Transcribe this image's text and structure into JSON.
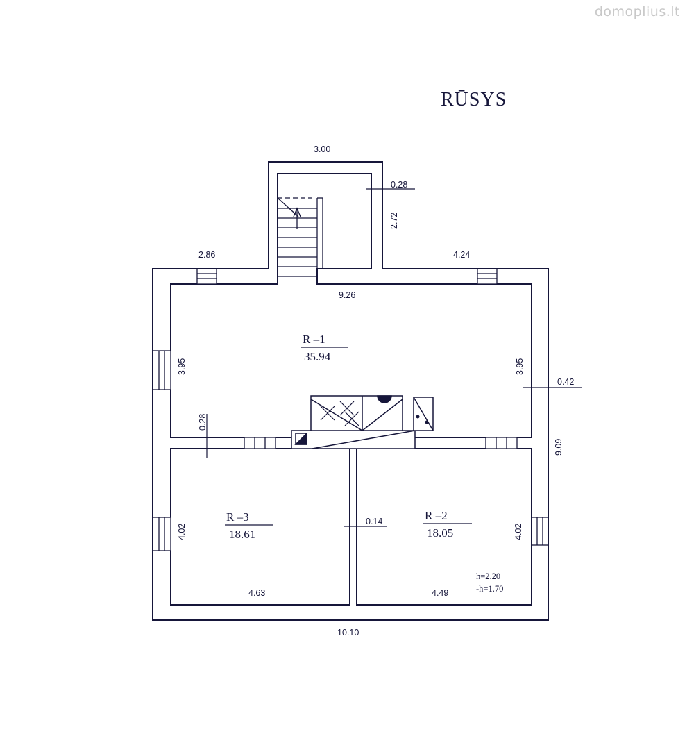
{
  "watermark": "domoplius.lt",
  "plan_title": "RŪSYS",
  "rooms": {
    "r1": {
      "name": "R –1",
      "area": "35.94"
    },
    "r2": {
      "name": "R –2",
      "area": "18.05"
    },
    "r3": {
      "name": "R –3",
      "area": "18.61"
    }
  },
  "dimensions": {
    "stair_width": "3.00",
    "stair_wall": "0.28",
    "stair_depth": "2.72",
    "top_left": "2.86",
    "top_right": "4.24",
    "inner_width": "9.26",
    "left_height": "3.95",
    "right_height": "3.95",
    "ext_wall": "0.42",
    "int_wall": "0.28",
    "total_depth": "9.09",
    "r3_height": "4.02",
    "r2_height": "4.02",
    "partition": "0.14",
    "r3_width": "4.63",
    "r2_width": "4.49",
    "total_width": "10.10"
  },
  "heights": {
    "h": "h=2.20",
    "minus_h": "-h=1.70"
  }
}
